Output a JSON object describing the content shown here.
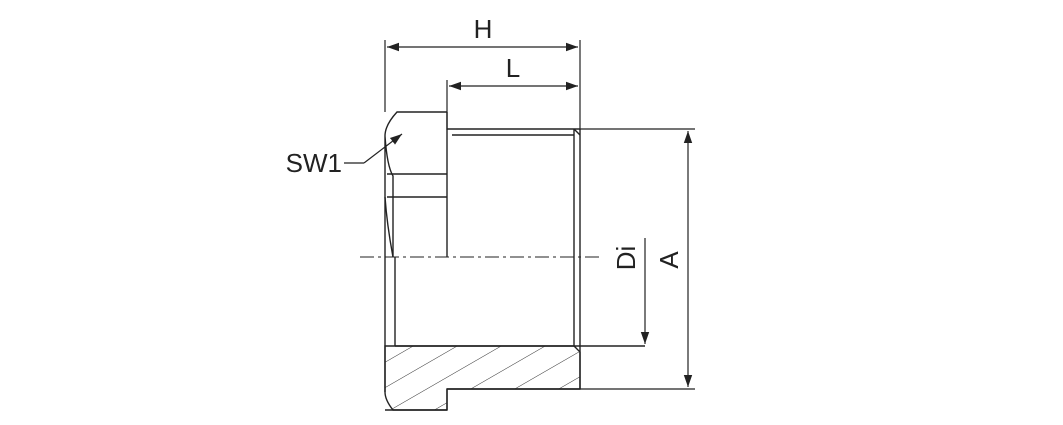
{
  "diagram": {
    "labels": {
      "h": "H",
      "l": "L",
      "sw1": "SW1",
      "di": "Di",
      "a": "A"
    },
    "colors": {
      "line": "#222222",
      "hatch": "#333333",
      "background": "#ffffff"
    }
  }
}
